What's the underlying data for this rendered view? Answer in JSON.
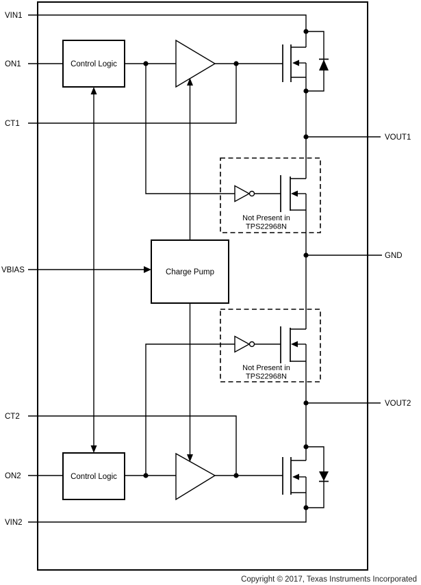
{
  "diagram": {
    "pins_left": [
      {
        "label": "VIN1"
      },
      {
        "label": "ON1"
      },
      {
        "label": "CT1"
      },
      {
        "label": "VBIAS"
      },
      {
        "label": "CT2"
      },
      {
        "label": "ON2"
      },
      {
        "label": "VIN2"
      }
    ],
    "pins_right": [
      {
        "label": "VOUT1"
      },
      {
        "label": "GND"
      },
      {
        "label": "VOUT2"
      }
    ],
    "blocks": {
      "control_logic_1": "Control Logic",
      "control_logic_2": "Control Logic",
      "charge_pump": "Charge Pump"
    },
    "notes": {
      "dashed_box_1": {
        "line1": "Not Present in",
        "line2": "TPS22968N"
      },
      "dashed_box_2": {
        "line1": "Not Present in",
        "line2": "TPS22968N"
      }
    },
    "footer": "Copyright © 2017, Texas Instruments Incorporated",
    "colors": {
      "line": "#000000",
      "background": "#ffffff"
    }
  }
}
